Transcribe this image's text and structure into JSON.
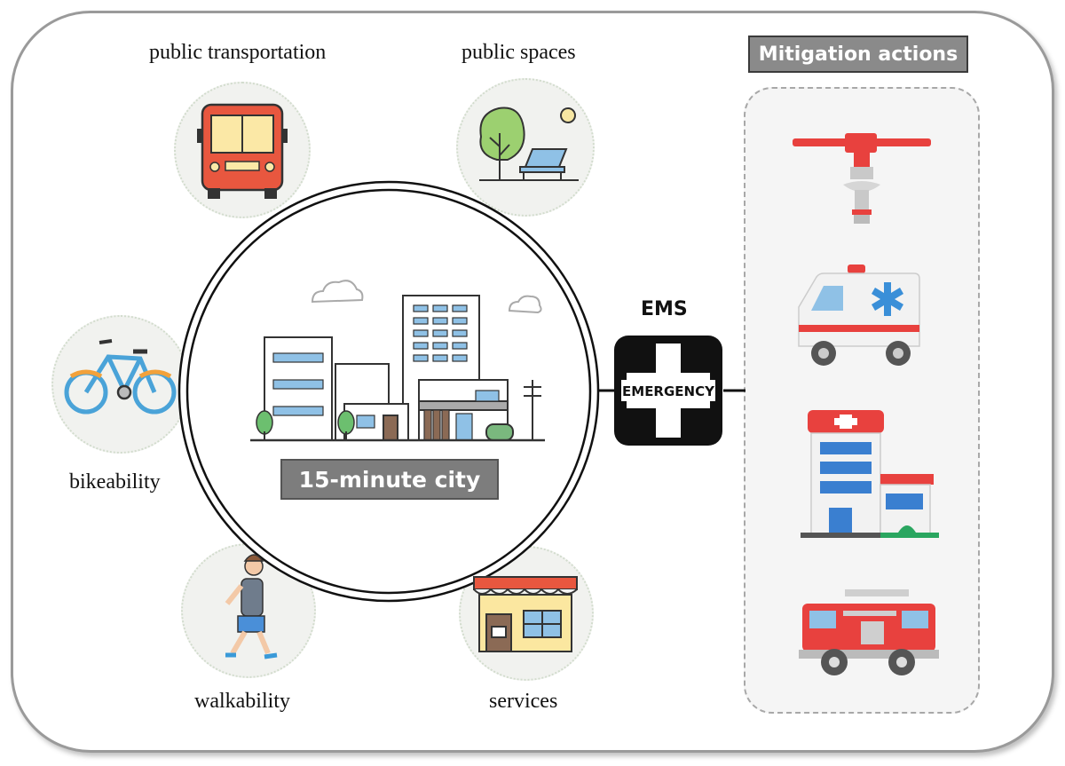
{
  "center": {
    "title": "15-minute city"
  },
  "pillars": [
    {
      "label": "public transportation",
      "icon": "bus-icon"
    },
    {
      "label": "public spaces",
      "icon": "park-bench-tree-icon"
    },
    {
      "label": "bikeability",
      "icon": "bicycle-icon"
    },
    {
      "label": "walkability",
      "icon": "walking-child-icon"
    },
    {
      "label": "services",
      "icon": "shop-icon"
    }
  ],
  "ems": {
    "label": "EMS",
    "sign_text": "EMERGENCY"
  },
  "mitigation": {
    "title": "Mitigation actions",
    "items": [
      {
        "icon": "fire-sprinkler-icon"
      },
      {
        "icon": "ambulance-icon"
      },
      {
        "icon": "hospital-icon"
      },
      {
        "icon": "fire-truck-icon"
      }
    ]
  },
  "colors": {
    "bubble_fill": "#f1f2ef",
    "title_box": "#7d7d7d",
    "red": "#e8413e",
    "blue": "#4a90d9"
  }
}
